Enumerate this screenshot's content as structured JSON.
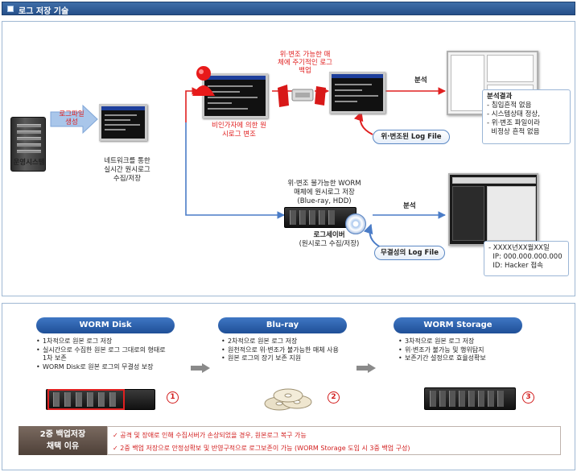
{
  "header": {
    "title": "로그 저장 기술"
  },
  "top": {
    "os_label": "운영시스템",
    "log_gen_label": "로그파일\n생성",
    "network_label": "네트워크를 통한\n실시간 원시로그\n수집/저장",
    "tamper_label": "비인가자에 의한 원\n시로그 변조",
    "periodic_backup": "위·변조 가능한 매\n체에 주기적인 로그\n백업",
    "analysis_upper": "분석",
    "tampered_file": "위·변조된 Log File",
    "result_upper": {
      "title": "분석결과",
      "lines": [
        "- 침입흔적 없음",
        "- 시스템상태 정상,",
        "- 위·변조 파일이라",
        "  비정상 흔적 없음"
      ]
    },
    "worm_media": "위·변조 불가능한 WORM\n매체에 원시로그 저장\n(Blue-ray, HDD)",
    "log_server": "로그세이버",
    "log_server_sub": "(원시로그 수집/저장)",
    "analysis_lower": "분석",
    "integrity_file": "무결성의 Log File",
    "result_lower": {
      "lines": [
        "- XXXX년XX월XX일",
        "  IP: 000.000.000.000",
        "  ID: Hacker 접속"
      ]
    }
  },
  "bottom": {
    "sections": [
      {
        "title": "WORM Disk",
        "bullets": [
          "1차적으로 원본 로그 저장",
          "실시간으로 수집한 원본 로그 그대로의 형태로\n1차 보존",
          "WORM Disk로 원본 로그의 무결성 보장"
        ],
        "num": "1"
      },
      {
        "title": "Blu-ray",
        "bullets": [
          "2차적으로 원본 로그 저장",
          "원천적으로 위·변조가 불가능한 매체 사용",
          "원본 로그의 장기 보존 지원"
        ],
        "num": "2"
      },
      {
        "title": "WORM Storage",
        "bullets": [
          "3차적으로 원본 로그 저장",
          "위·변조가 불가능 및 행위탐지",
          "보존기간 설정으로 효율성확보"
        ],
        "num": "3"
      }
    ],
    "reason_label": "2중 백업저장\n채택 이유",
    "reasons": [
      "✓ 공격 및 장애로 인해 수집서버가 손상되었을 경우, 원본로그 복구 가능",
      "✓ 2중 백업 저장으로 안정성확보 및 반영구적으로 로그보존이 가능 (WORM Storage 도입 시 3중 백업 구성)"
    ]
  },
  "colors": {
    "accent_blue": "#2f64b4",
    "flow_red": "#e02020",
    "flow_blue": "#4a7cc7",
    "badge_red": "#d21d1d"
  }
}
